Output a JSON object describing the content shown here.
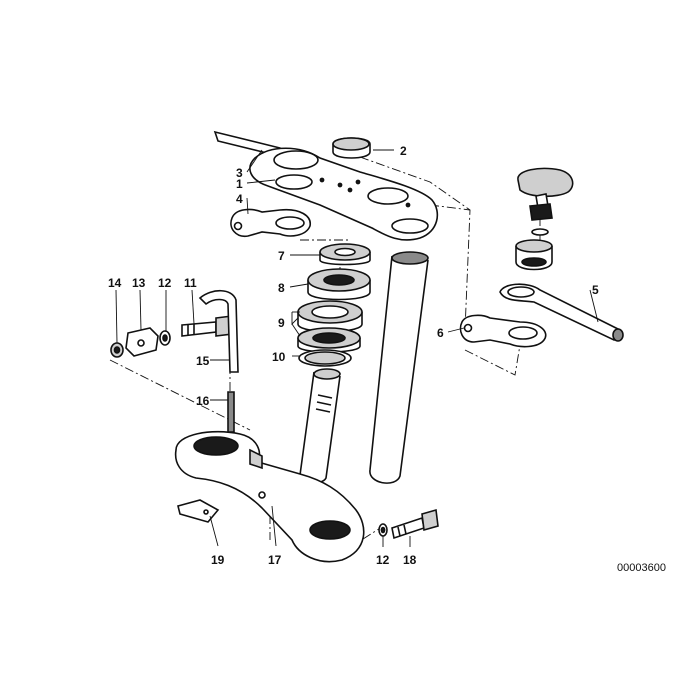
{
  "diagram": {
    "reference_number": "00003600",
    "callouts": {
      "c1": "1",
      "c2": "2",
      "c3": "3",
      "c4": "4",
      "c5": "5",
      "c6": "6",
      "c7": "7",
      "c8": "8",
      "c9": "9",
      "c10": "10",
      "c11": "11",
      "c12a": "12",
      "c12b": "12",
      "c13": "13",
      "c14": "14",
      "c15": "15",
      "c16": "16",
      "c17": "17",
      "c18": "18",
      "c19": "19"
    }
  }
}
